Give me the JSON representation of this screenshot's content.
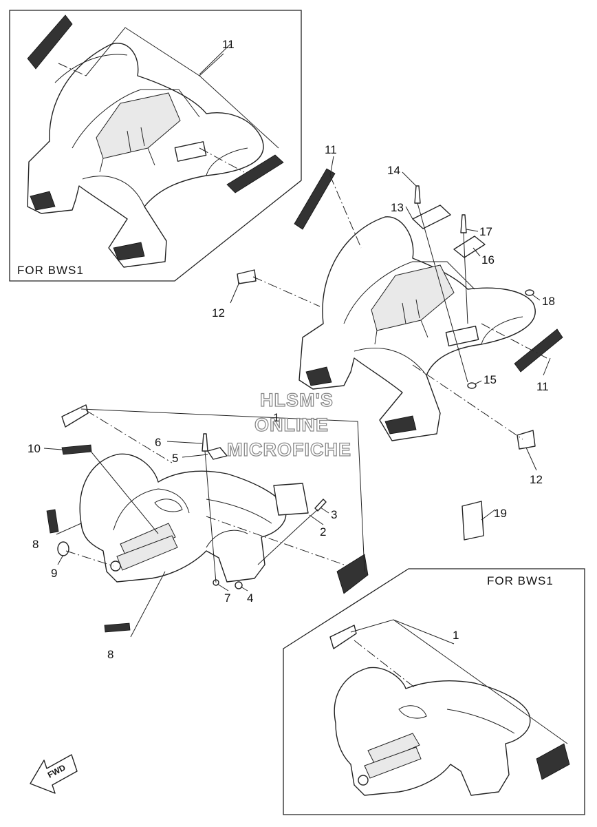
{
  "insets": {
    "top_left_label": "FOR  BWS1",
    "bottom_right_label": "FOR  BWS1"
  },
  "watermark": {
    "line1": "HLSM'S",
    "line2": "ONLINE",
    "line3": "MICROFICHE"
  },
  "direction_arrow": {
    "label": "FWD"
  },
  "callouts": {
    "c1_front": "1",
    "c1_inset": "1",
    "c2": "2",
    "c3": "3",
    "c4": "4",
    "c5": "5",
    "c6": "6",
    "c7": "7",
    "c8_upper": "8",
    "c8_lower": "8",
    "c9": "9",
    "c10": "10",
    "c11_inset": "11",
    "c11_top": "11",
    "c11_right": "11",
    "c12_left": "12",
    "c12_right": "12",
    "c13": "13",
    "c14": "14",
    "c15": "15",
    "c16": "16",
    "c17": "17",
    "c18": "18",
    "c19": "19"
  }
}
